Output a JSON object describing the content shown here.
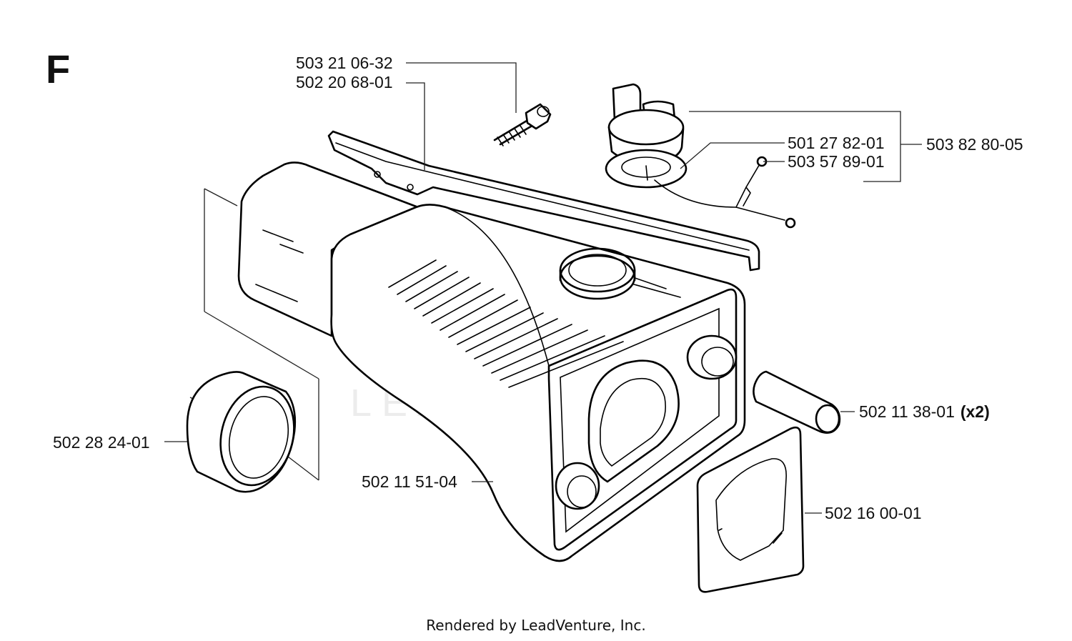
{
  "section": "F",
  "watermark": "LEADVENTURE",
  "footer": "Rendered by LeadVenture, Inc.",
  "callouts": [
    {
      "id": "c1",
      "part": "503 21 06-32",
      "qty": ""
    },
    {
      "id": "c2",
      "part": "502 20 68-01",
      "qty": ""
    },
    {
      "id": "c3",
      "part": "501 27 82-01",
      "qty": ""
    },
    {
      "id": "c4",
      "part": "503 57 89-01",
      "qty": ""
    },
    {
      "id": "c5",
      "part": "503 82 80-05",
      "qty": ""
    },
    {
      "id": "c6",
      "part": "502 11 38-01",
      "qty": "(x2)"
    },
    {
      "id": "c7",
      "part": "502 28 24-01",
      "qty": ""
    },
    {
      "id": "c8",
      "part": "502 11 51-04",
      "qty": ""
    },
    {
      "id": "c9",
      "part": "502 16 00-01",
      "qty": ""
    }
  ]
}
